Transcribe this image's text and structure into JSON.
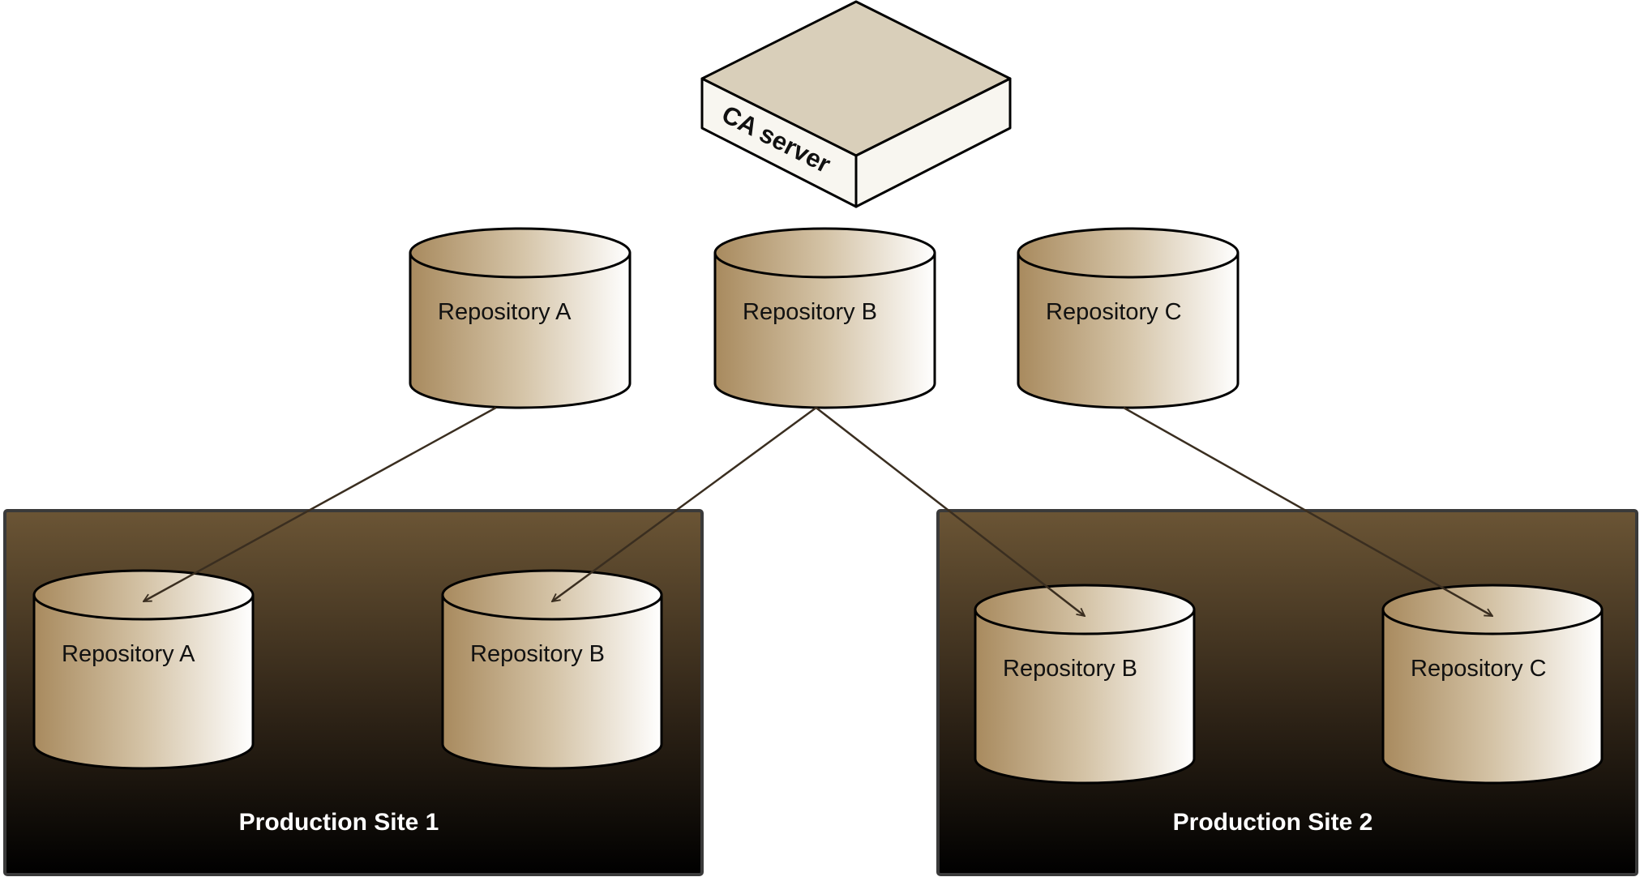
{
  "diagram": {
    "server": {
      "label": "CA server",
      "top_color": "#d9cfba",
      "side_color": "#f8f6f0"
    },
    "central_repositories": [
      {
        "id": "central-a",
        "label": "Repository A"
      },
      {
        "id": "central-b",
        "label": "Repository B"
      },
      {
        "id": "central-c",
        "label": "Repository C"
      }
    ],
    "sites": [
      {
        "id": "site-1",
        "title": "Production Site 1",
        "repositories": [
          {
            "id": "site1-a",
            "label": "Repository A"
          },
          {
            "id": "site1-b",
            "label": "Repository B"
          }
        ]
      },
      {
        "id": "site-2",
        "title": "Production Site 2",
        "repositories": [
          {
            "id": "site2-b",
            "label": "Repository B"
          },
          {
            "id": "site2-c",
            "label": "Repository C"
          }
        ]
      }
    ],
    "connections": [
      {
        "from": "central-a",
        "to": "site1-a",
        "arrow": "end"
      },
      {
        "from": "central-b",
        "to": "site1-b",
        "arrow": "end"
      },
      {
        "from": "central-b",
        "to": "site2-b",
        "arrow": "end"
      },
      {
        "from": "central-c",
        "to": "site2-c",
        "arrow": "end"
      }
    ],
    "colors": {
      "cylinder_dark": "#a88a5e",
      "cylinder_light": "#ffffff",
      "site_top": "#6b5535",
      "site_bottom": "#000000",
      "site_border": "#3a3a3a",
      "connector": "#3a2e20"
    }
  }
}
